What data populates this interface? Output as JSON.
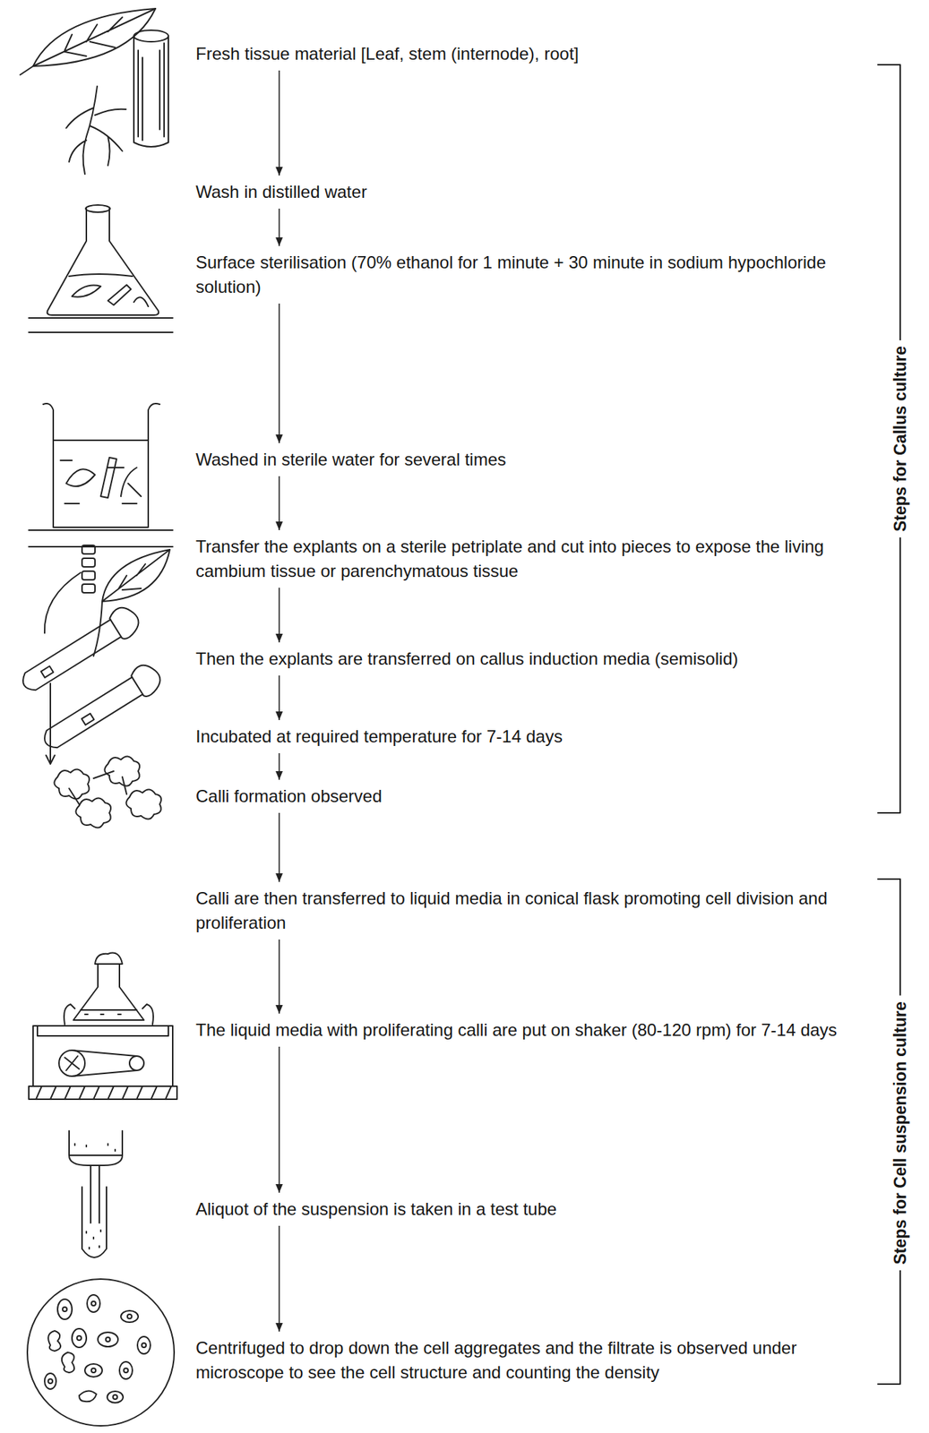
{
  "diagram": {
    "nodes": [
      {
        "text": [
          "Fresh tissue material [Leaf, stem (internode), root]"
        ]
      },
      {
        "text": [
          "Wash in distilled water"
        ]
      },
      {
        "text": [
          "Surface sterilisation (70% ethanol for 1 minute + 30 minute in sodium hypochloride solution)"
        ]
      },
      {
        "text": [
          "Washed in sterile water for several times"
        ]
      },
      {
        "text": [
          "Transfer the explants on a sterile petriplate and cut into pieces to expose the living cambium tissue or parenchymatous tissue"
        ]
      },
      {
        "text": [
          "Then the explants are transferred on callus induction media (semisolid)"
        ]
      },
      {
        "text": [
          "Incubated at required temperature for 7-14 days"
        ]
      },
      {
        "text": [
          "Calli formation observed"
        ]
      },
      {
        "text": [
          "Calli are then transferred to liquid media in conical flask promoting cell division and proliferation"
        ]
      },
      {
        "text": [
          "The liquid media with proliferating calli are put on shaker (80-120 rpm) for 7-14 days"
        ]
      },
      {
        "text": [
          "Aliquot of the suspension is taken in a test tube"
        ]
      },
      {
        "text": [
          "Centrifuged to drop down the cell aggregates and the filtrate is observed under microscope to see the cell structure and counting the density"
        ]
      }
    ],
    "edges": [
      {
        "from": 0,
        "to": 1,
        "arrow": "to"
      },
      {
        "from": 1,
        "to": 2,
        "arrow": "to"
      },
      {
        "from": 2,
        "to": 3,
        "arrow": "to"
      },
      {
        "from": 3,
        "to": 4,
        "arrow": "to"
      },
      {
        "from": 4,
        "to": 5,
        "arrow": "to"
      },
      {
        "from": 5,
        "to": 6,
        "arrow": "to"
      },
      {
        "from": 6,
        "to": 7,
        "arrow": "to"
      },
      {
        "from": 7,
        "to": 8,
        "arrow": "to"
      },
      {
        "from": 8,
        "to": 9,
        "arrow": "to"
      },
      {
        "from": 9,
        "to": 10,
        "arrow": "to"
      },
      {
        "from": 10,
        "to": 11,
        "arrow": "to"
      }
    ],
    "labels": [
      "Steps for Callus culture",
      "Steps for Cell suspension culture"
    ]
  }
}
